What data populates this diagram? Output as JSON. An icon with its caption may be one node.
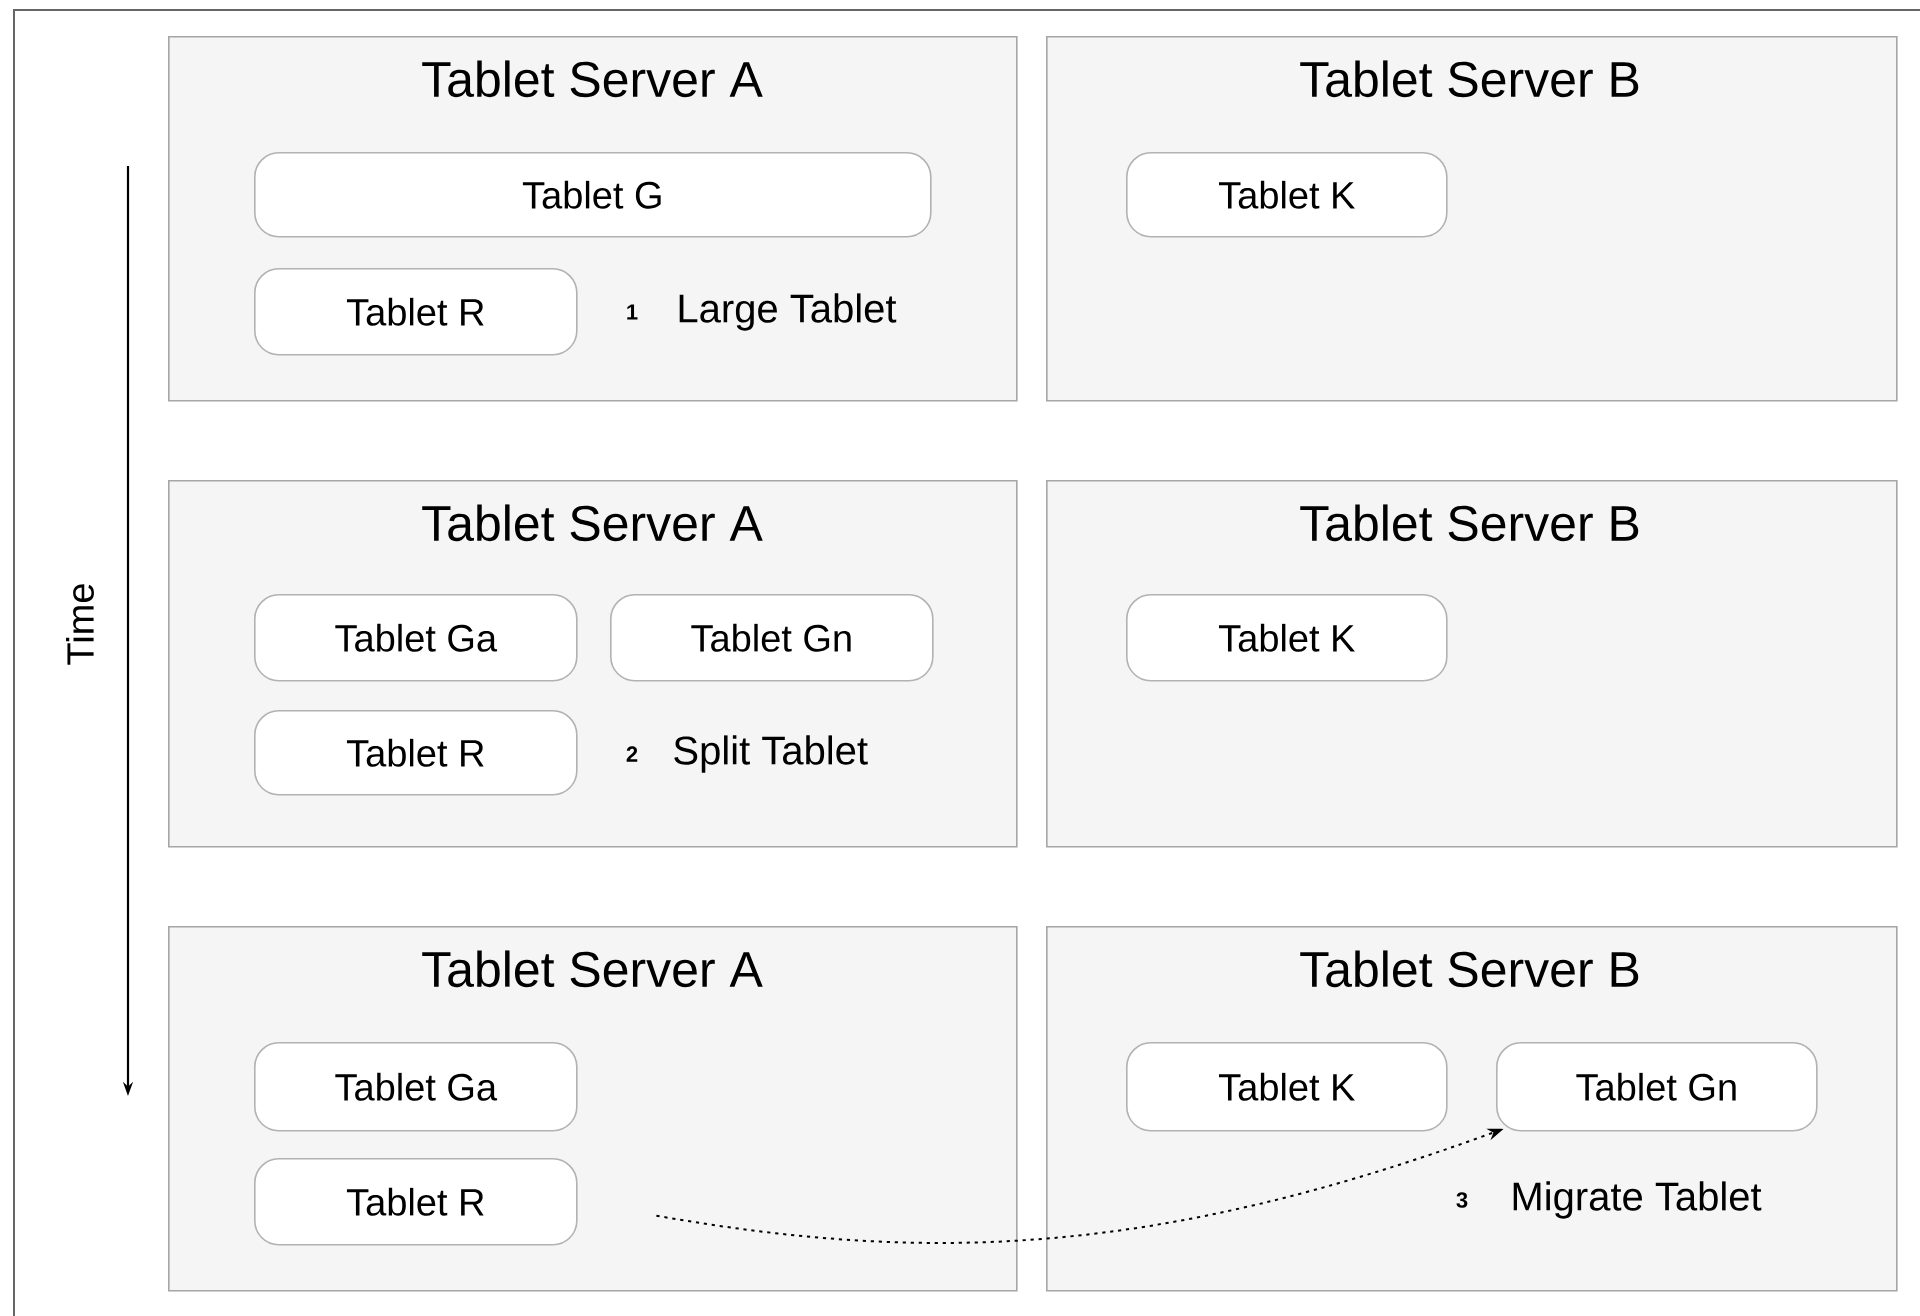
{
  "diagram": {
    "nodes": [
      {
        "text": [
          "Tablet Server A"
        ]
      },
      {
        "text": [
          "Tablet G"
        ],
        "in": 0
      },
      {
        "text": [
          "Tablet R"
        ],
        "in": 0
      },
      {
        "text": [
          "Tablet Server B"
        ]
      },
      {
        "text": [
          "Tablet K"
        ],
        "in": 3
      },
      {
        "text": [
          "Tablet Server A"
        ]
      },
      {
        "text": [
          "Tablet Ga"
        ],
        "in": 5
      },
      {
        "text": [
          "Tablet Gn"
        ],
        "in": 5
      },
      {
        "text": [
          "Tablet R"
        ],
        "in": 5
      },
      {
        "text": [
          "Tablet Server B"
        ]
      },
      {
        "text": [
          "Tablet K"
        ],
        "in": 9
      },
      {
        "text": [
          "Tablet Server A"
        ]
      },
      {
        "text": [
          "Tablet Ga"
        ],
        "in": 11
      },
      {
        "text": [
          "Tablet R"
        ],
        "in": 11
      },
      {
        "text": [
          "Tablet Server B"
        ]
      },
      {
        "text": [
          "Tablet K"
        ],
        "in": 14
      },
      {
        "text": [
          "Tablet Gn"
        ],
        "in": 14
      }
    ],
    "edges": [
      {
        "from": 13,
        "to": 16,
        "arrow": "to",
        "style": "dashed"
      }
    ],
    "labels": [
      "Time",
      "1",
      "Large Tablet",
      "2",
      "Split Tablet",
      "3",
      "Migrate Tablet"
    ]
  }
}
